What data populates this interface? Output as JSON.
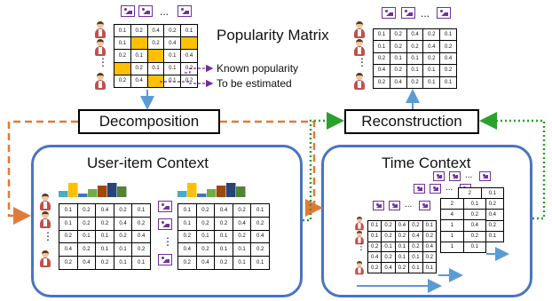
{
  "popularity_title": "Popularity Matrix",
  "legend_known": "Known popularity",
  "legend_estimated": "To be estimated",
  "decomposition_label": "Decomposition",
  "reconstruction_label": "Reconstruction",
  "user_item_title": "User-item Context",
  "time_title": "Time Context",
  "ellipsis": "...",
  "vertical_ellipsis": "⋮",
  "colors": {
    "panel_border": "#4a74c2",
    "highlight": "#ffc000",
    "decomposition_arrow": "#e07b39",
    "reconstruction_arrow": "#2ca02c",
    "item_icon": "#7030a0",
    "bar_colors": [
      "#4bacc6",
      "#ffc000",
      "#4472c4",
      "#70ad47",
      "#9e480e",
      "#264478",
      "#548235"
    ]
  },
  "icons": {
    "user": "person-icon",
    "item": "image-item-icon"
  },
  "popularity_matrix": [
    [
      "0.1",
      "0.2",
      "0.4",
      "0.2",
      "0.1"
    ],
    [
      "0.1",
      "",
      "0.2",
      "0.4",
      ""
    ],
    [
      "0.2",
      "0.1",
      "",
      "0.1",
      "0.4"
    ],
    [
      "",
      "0.2",
      "0.1",
      "0.1",
      "0.2"
    ],
    [
      "0.2",
      "0.4",
      "",
      "0.1",
      "0.2"
    ]
  ],
  "popularity_highlights": [
    [
      1,
      1
    ],
    [
      1,
      4
    ],
    [
      2,
      2
    ],
    [
      3,
      0
    ],
    [
      4,
      2
    ]
  ],
  "left_matrix": [
    [
      "0.1",
      "0.2",
      "0.4",
      "0.2",
      "0.1"
    ],
    [
      "0.1",
      "0.2",
      "0.2",
      "0.4",
      "0.2"
    ],
    [
      "0.2",
      "0.1",
      "0.1",
      "0.2",
      "0.4"
    ],
    [
      "0.4",
      "0.2",
      "0.1",
      "0.1",
      "0.2"
    ],
    [
      "0.2",
      "0.4",
      "0.2",
      "0.1",
      "0.1"
    ]
  ],
  "right_matrix": [
    [
      "0.1",
      "0.2",
      "0.4",
      "0.2",
      "0.1"
    ],
    [
      "0.1",
      "0.2",
      "0.2",
      "0.4",
      "0.2"
    ],
    [
      "0.2",
      "0.1",
      "0.1",
      "0.2",
      "0.4"
    ],
    [
      "0.4",
      "0.2",
      "0.1",
      "0.1",
      "0.2"
    ],
    [
      "0.2",
      "0.4",
      "0.2",
      "0.1",
      "0.1"
    ]
  ],
  "reconstructed_matrix": [
    [
      "0.1",
      "0.2",
      "0.4",
      "0.2",
      "0.1"
    ],
    [
      "0.1",
      "0.2",
      "0.2",
      "0.4",
      "0.2"
    ],
    [
      "0.2",
      "0.1",
      "0.1",
      "0.2",
      "0.4"
    ],
    [
      "0.4",
      "0.2",
      "0.1",
      "0.1",
      "0.2"
    ],
    [
      "0.2",
      "0.4",
      "0.2",
      "0.1",
      "0.1"
    ]
  ],
  "time_front_matrix": [
    [
      "0.1",
      "0.2",
      "0.4",
      "0.2",
      "0.1"
    ],
    [
      "0.1",
      "0.2",
      "0.2",
      "0.4",
      "0.2"
    ],
    [
      "0.2",
      "0.1",
      "0.1",
      "0.2",
      "0.4"
    ],
    [
      "0.4",
      "0.2",
      "0.1",
      "0.1",
      "0.2"
    ],
    [
      "0.2",
      "0.4",
      "0.2",
      "0.1",
      "0.1"
    ]
  ],
  "time_back_columns": [
    [
      "2",
      "4",
      "1",
      "1",
      "1"
    ],
    [
      "0.1",
      "0.2",
      "0.4",
      "0.2",
      "0.1"
    ]
  ]
}
